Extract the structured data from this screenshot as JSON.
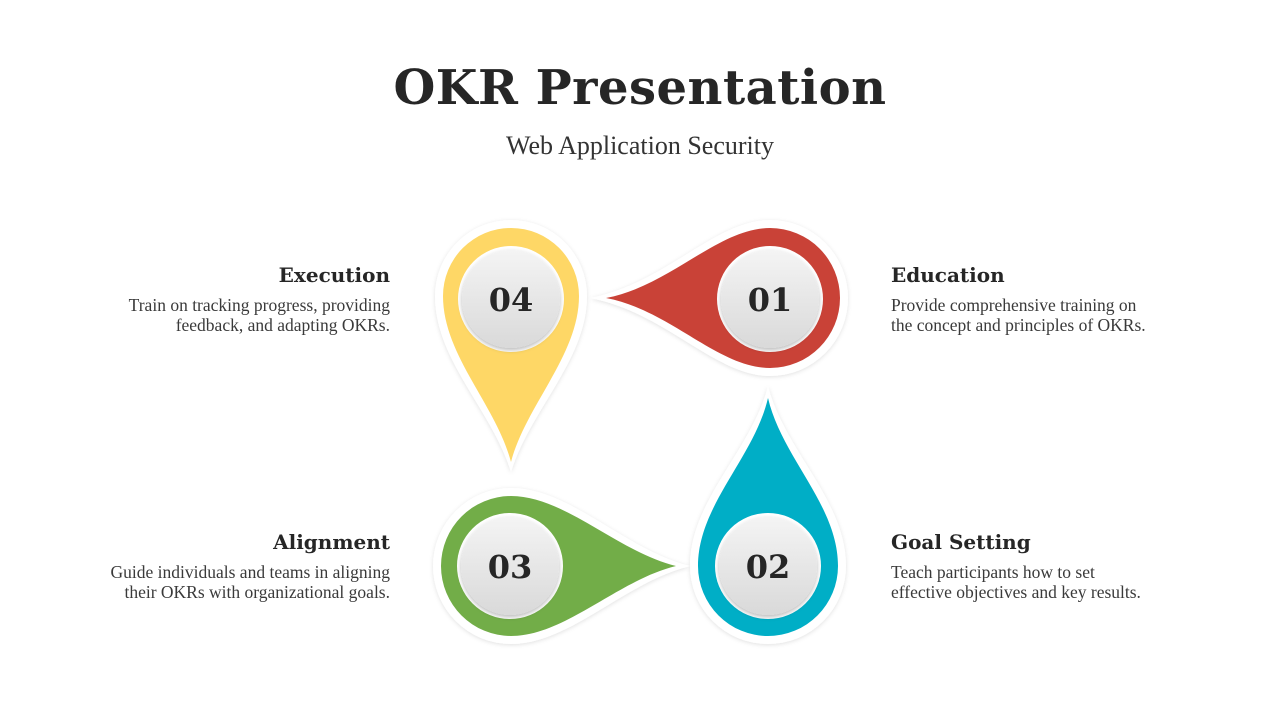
{
  "slide": {
    "title": "OKR Presentation",
    "subtitle": "Web Application Security"
  },
  "steps": [
    {
      "number": "01",
      "heading": "Education",
      "description_lines": [
        "Provide comprehensive training on",
        "the concept and principles of OKRs."
      ],
      "color": "#C94237"
    },
    {
      "number": "02",
      "heading": "Goal Setting",
      "description_lines": [
        "Teach participants how to set",
        "effective objectives and key results."
      ],
      "color": "#00AEC6"
    },
    {
      "number": "03",
      "heading": "Alignment",
      "description_lines": [
        "Guide individuals and teams in aligning",
        "their OKRs with organizational goals."
      ],
      "color": "#72AD48"
    },
    {
      "number": "04",
      "heading": "Execution",
      "description_lines": [
        "Train on tracking progress, providing",
        "feedback, and adapting OKRs."
      ],
      "color": "#FED766"
    }
  ]
}
